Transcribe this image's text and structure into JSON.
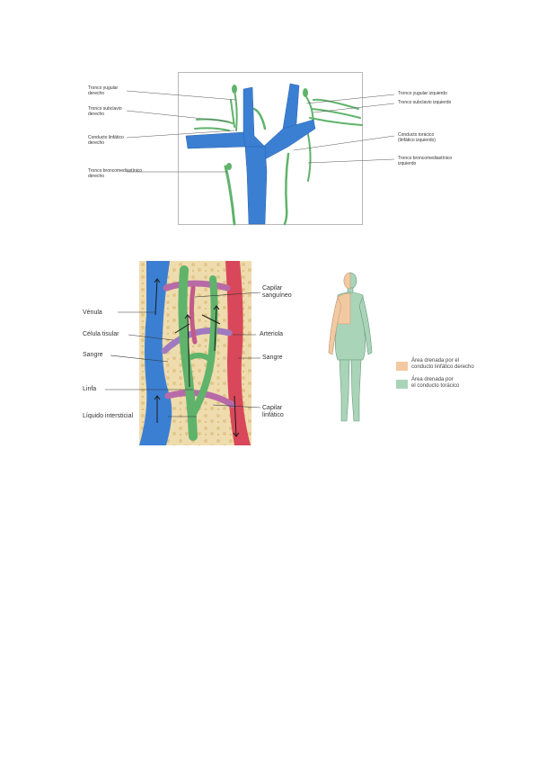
{
  "figure_top": {
    "labels": {
      "right_jugular": "Tronco yugular\nderecho",
      "right_subclavian": "Tronco subclavio\nderecho",
      "right_lymph_duct": "Conducto linfático\nderecho",
      "right_bronchomed": "Tronco broncomediastínico\nderecho",
      "left_jugular": "Tronco yugular izquierdo",
      "left_subclavian": "Tronco subclavio izquierdo",
      "thoracic_duct": "Conducto torácico\n(linfático izquierdo)",
      "left_bronchomed": "Tronco broncomediastínico\nizquierdo"
    }
  },
  "figure_capillary": {
    "labels": {
      "venule": "Vénula",
      "tissue_cell": "Célula tisular",
      "blood_left": "Sangre",
      "lymph": "Linfa",
      "interstitial_fluid": "Líquido intersticial",
      "blood_capillary": "Capilar\nsanguíneo",
      "arteriole": "Arteriola",
      "blood_right": "Sangre",
      "lymph_capillary": "Capilar\nlinfático"
    }
  },
  "figure_body": {
    "legend": [
      {
        "label": "Área drenada por el\nconducto linfático derecho",
        "color": "#f3c9a1"
      },
      {
        "label": "Área drenada por\nel conducto torácico",
        "color": "#a9d4b8"
      }
    ]
  },
  "colors": {
    "vein": "#3b7fd3",
    "artery": "#d9475a",
    "lymph": "#5fb36b",
    "tissue": "#f0ddb0"
  }
}
